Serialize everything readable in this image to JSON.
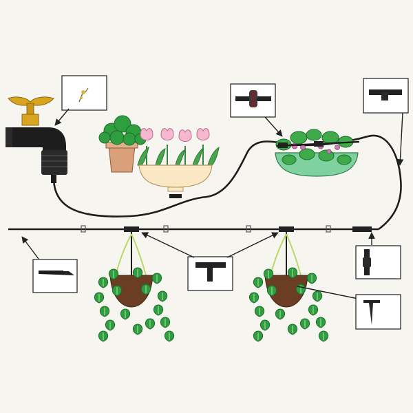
{
  "diagram": {
    "kind": "drip-irrigation-kit-layout",
    "background": "#f7f5f0",
    "tubing_color": "#1d1d1d",
    "leaf_color": "#2f9e3f",
    "faucet_color": "#d9a521",
    "components": [
      {
        "name": "faucet-adapter",
        "icon": "faucet-icon"
      },
      {
        "name": "inset-drip-emitter",
        "icon": "drip-emitter-icon"
      },
      {
        "name": "inset-inline-dripper",
        "icon": "inline-dripper-icon"
      },
      {
        "name": "inset-tee-dripper",
        "icon": "tee-dripper-icon"
      },
      {
        "name": "inset-end-plug",
        "icon": "end-plug-icon"
      },
      {
        "name": "inset-tee-connector",
        "icon": "tee-connector-icon"
      },
      {
        "name": "inset-coupling",
        "icon": "coupling-icon"
      },
      {
        "name": "inset-stake",
        "icon": "stake-icon"
      }
    ]
  }
}
